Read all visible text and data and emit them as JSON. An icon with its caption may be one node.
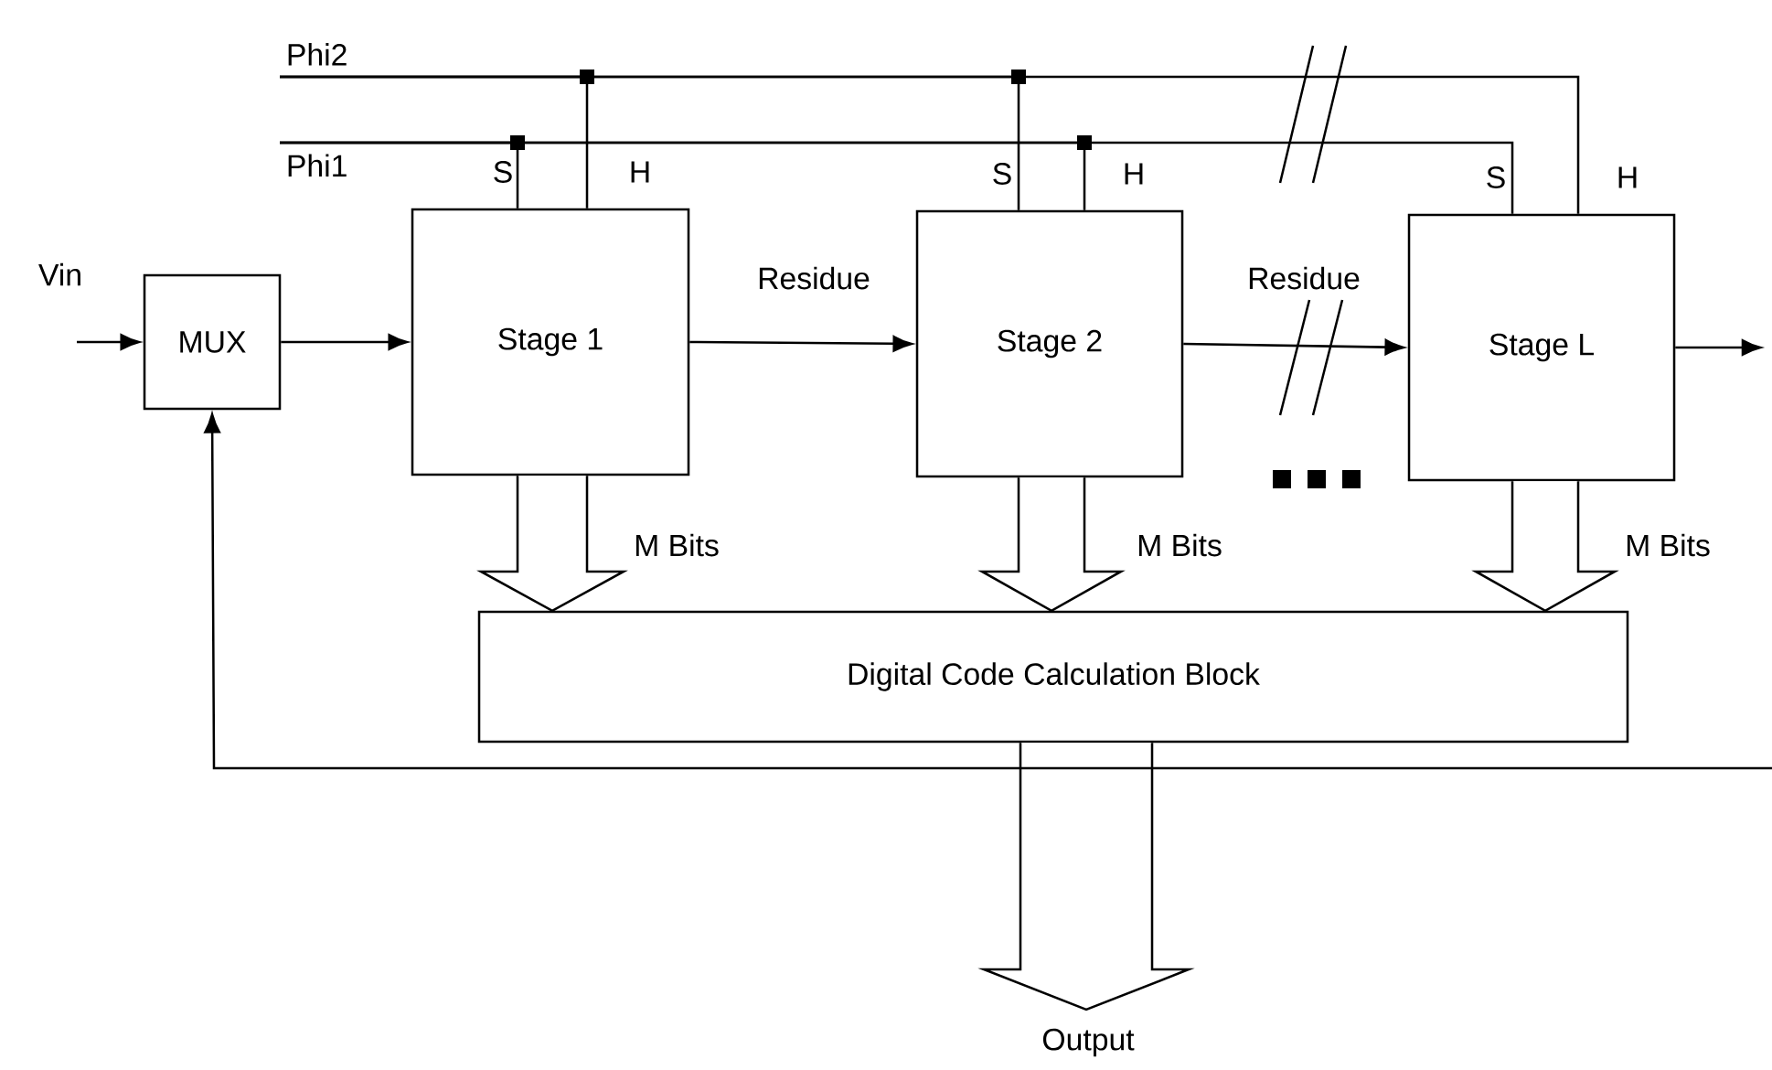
{
  "diagram": {
    "nodes": [
      {
        "text": [
          "Phi2"
        ]
      },
      {
        "text": [
          "Phi1"
        ]
      },
      {
        "text": [
          "MUX"
        ]
      },
      {
        "text": [
          "Stage 1"
        ]
      },
      {
        "text": [
          "Stage 2"
        ]
      },
      {
        "text": [
          "Stage L"
        ]
      },
      {
        "text": [
          "Digital Code Calculation Block"
        ]
      }
    ],
    "edges": [
      {
        "from": null,
        "to": 2,
        "arrow": "to",
        "label": "Vin"
      },
      {
        "from": 2,
        "to": 3,
        "arrow": "to"
      },
      {
        "from": 3,
        "to": 4,
        "arrow": "to",
        "label": "Residue"
      },
      {
        "from": 4,
        "to": 5,
        "arrow": "to",
        "label": "Residue"
      },
      {
        "from": 5,
        "to": null,
        "arrow": "to"
      },
      {
        "from": 3,
        "to": 6,
        "arrow": "to",
        "label": "M Bits",
        "style": "thick"
      },
      {
        "from": 4,
        "to": 6,
        "arrow": "to",
        "label": "M Bits",
        "style": "thick"
      },
      {
        "from": 5,
        "to": 6,
        "arrow": "to",
        "label": "M Bits",
        "style": "thick"
      },
      {
        "from": 6,
        "to": null,
        "arrow": "to",
        "label": "Output",
        "style": "thick"
      },
      {
        "from": null,
        "to": 2,
        "arrow": "to"
      },
      {
        "from": 0,
        "to": 3,
        "arrow": "none"
      },
      {
        "from": 0,
        "to": 4,
        "arrow": "none"
      },
      {
        "from": 0,
        "to": 5,
        "arrow": "none"
      },
      {
        "from": 1,
        "to": 3,
        "arrow": "none"
      },
      {
        "from": 1,
        "to": 4,
        "arrow": "none"
      },
      {
        "from": 1,
        "to": 5,
        "arrow": "none"
      }
    ],
    "labels": [
      "S",
      "H",
      "S",
      "H",
      "S",
      "H"
    ]
  }
}
